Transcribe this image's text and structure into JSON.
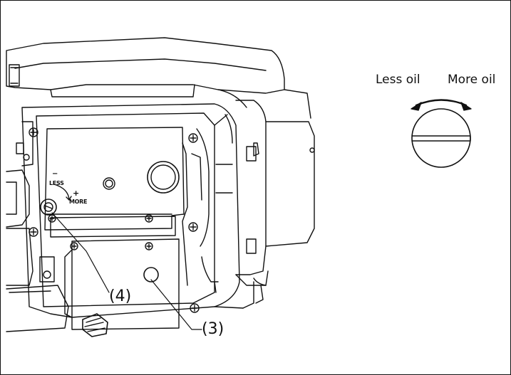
{
  "figure": {
    "legend": {
      "less_oil": "Less oil",
      "more_oil": "More oil"
    },
    "callouts": {
      "part_4": "(4)",
      "part_3": "(3)"
    },
    "adjuster_markings": {
      "minus": "−",
      "less": "LESS",
      "plus": "+",
      "more": "MORE"
    }
  }
}
